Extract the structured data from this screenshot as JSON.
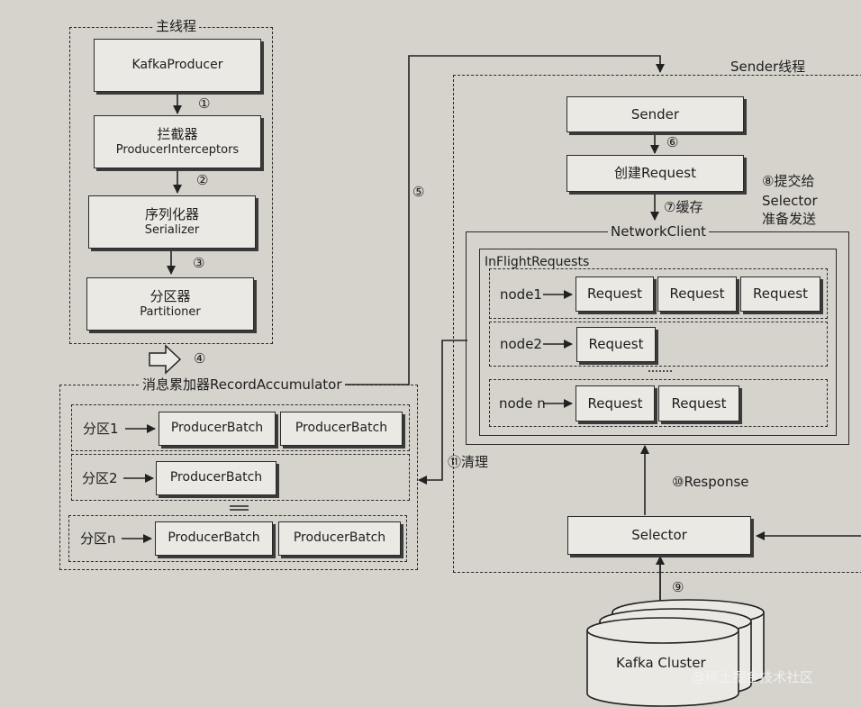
{
  "main_thread": {
    "title": "主线程",
    "kafka_producer": "KafkaProducer",
    "interceptors": {
      "title": "拦截器",
      "sub": "ProducerInterceptors"
    },
    "serializer": {
      "title": "序列化器",
      "sub": "Serializer"
    },
    "partitioner": {
      "title": "分区器",
      "sub": "Partitioner"
    }
  },
  "steps": {
    "s1": "①",
    "s2": "②",
    "s3": "③",
    "s4": "④",
    "s5": "⑤",
    "s6": "⑥",
    "s7": "⑦缓存",
    "s8a": "⑧提交给",
    "s8b": "Selector",
    "s8c": "准备发送",
    "s9": "⑨",
    "s10": "⑩Response",
    "s11": "⑪清理"
  },
  "accumulator": {
    "title": "消息累加器RecordAccumulator",
    "batch_label": "ProducerBatch",
    "partitions": [
      {
        "label": "分区1",
        "batches": 2
      },
      {
        "label": "分区2",
        "batches": 1
      },
      {
        "label": "分区n",
        "batches": 2
      }
    ]
  },
  "sender_thread": {
    "title": "Sender线程",
    "sender": "Sender",
    "create_request": "创建Request",
    "network_client": "NetworkClient",
    "inflight": "InFlightRequests",
    "request_label": "Request",
    "nodes": [
      {
        "label": "node1",
        "requests": 3
      },
      {
        "label": "node2",
        "requests": 1
      },
      {
        "label": "node n",
        "requests": 2
      }
    ],
    "selector": "Selector"
  },
  "cluster": "Kafka Cluster",
  "watermark": "@稀土掘金技术社区"
}
